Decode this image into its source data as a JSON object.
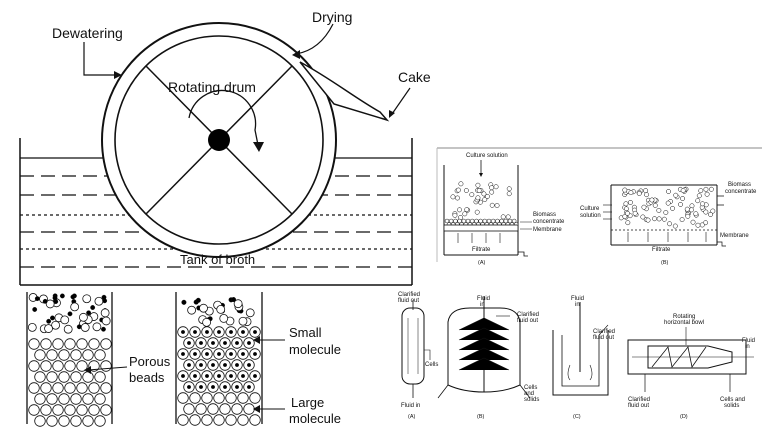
{
  "drum": {
    "dewatering": "Dewatering",
    "drying": "Drying",
    "cake": "Cake",
    "rotating_drum": "Rotating drum",
    "tank": "Tank of broth"
  },
  "membrane": {
    "a": {
      "culture": "Culture solution",
      "biomass_1": "Biomass",
      "biomass_2": "concentrate",
      "membrane": "Membrane",
      "filtrate": "Filtrate",
      "tag": "(A)"
    },
    "b": {
      "biomass_1": "Biomass",
      "biomass_2": "concentrate",
      "culture_1": "Culture",
      "culture_2": "solution",
      "membrane": "Membrane",
      "filtrate": "Filtrate",
      "tag": "(B)"
    }
  },
  "gel": {
    "small_1": "Small",
    "small_2": "molecule",
    "porous_1": "Porous",
    "porous_2": "beads",
    "large_1": "Large",
    "large_2": "molecule"
  },
  "centrifuge": {
    "a": {
      "clar_1": "Clarified",
      "clar_2": "fluid out",
      "cells": "Cells",
      "fluid_in": "Fluid in",
      "tag": "(A)"
    },
    "b": {
      "fluid_1": "Fluid",
      "fluid_2": "in",
      "clar_1": "Clarified",
      "clar_2": "fluid out",
      "cells_1": "Cells",
      "cells_2": "and",
      "cells_3": "solids",
      "tag": "(B)"
    },
    "c": {
      "fluid_1": "Fluid",
      "fluid_2": "in",
      "clar_1": "Clarified",
      "clar_2": "fluid out",
      "tag": "(C)"
    },
    "d": {
      "rot_1": "Rotating",
      "rot_2": "horizontal bowl",
      "fluid_1": "Fluid",
      "fluid_2": "in",
      "clar_1": "Clarified",
      "clar_2": "fluid out",
      "cells_1": "Cells and",
      "cells_2": "solids",
      "tag": "(D)"
    }
  }
}
